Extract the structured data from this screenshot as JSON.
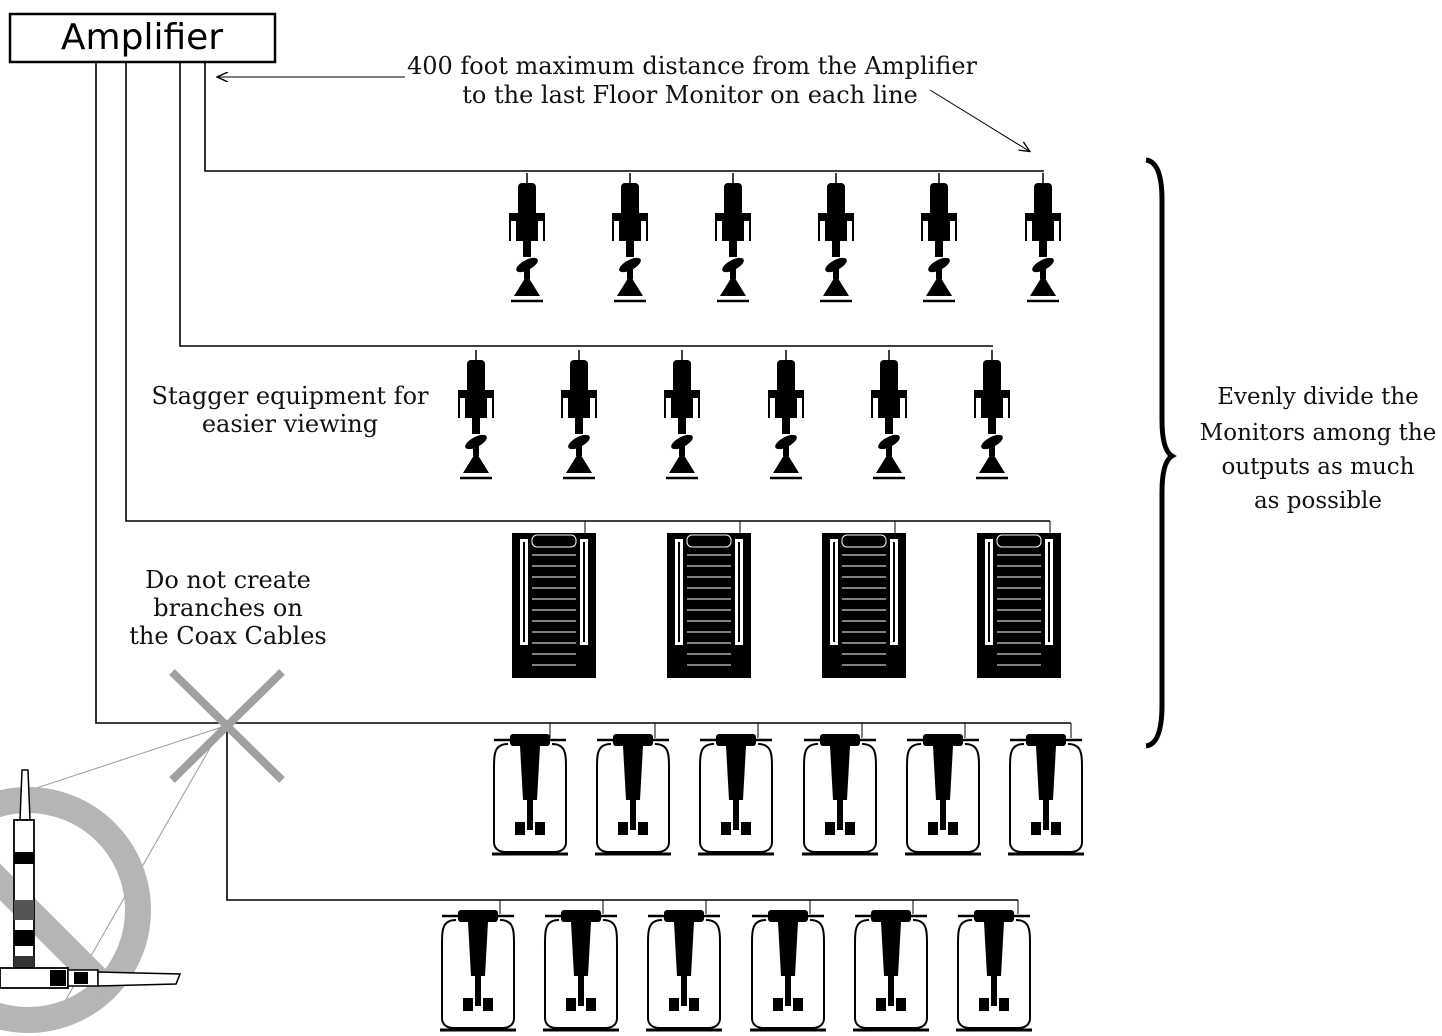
{
  "amplifier": {
    "label": "Amplifier"
  },
  "annotations": {
    "distance_line1": "400 foot maximum distance from the Amplifier",
    "distance_line2": "to the last Floor Monitor on each line",
    "stagger_line1": "Stagger equipment for",
    "stagger_line2": "easier viewing",
    "branches_line1": "Do not create",
    "branches_line2": "branches on",
    "branches_line3": "the Coax Cables",
    "divide_line1": "Evenly divide the",
    "divide_line2": "Monitors among the",
    "divide_line3": "outputs as much",
    "divide_line4": "as possible"
  },
  "rows": [
    {
      "equipment": "upright-monitor",
      "count": 6
    },
    {
      "equipment": "upright-monitor",
      "count": 6
    },
    {
      "equipment": "cabinet-monitor",
      "count": 4
    },
    {
      "equipment": "pedestal-monitor",
      "count": 6
    },
    {
      "equipment": "pedestal-monitor",
      "count": 6
    }
  ],
  "symbols": {
    "no_branch_cross": "x-cross-icon",
    "prohibited_splitter": "no-symbol-icon",
    "grouping_brace": "right-brace-icon",
    "colors": {
      "line": "#000000",
      "cross": "#a0a0a0",
      "prohibit": "#b0b0b0"
    }
  }
}
